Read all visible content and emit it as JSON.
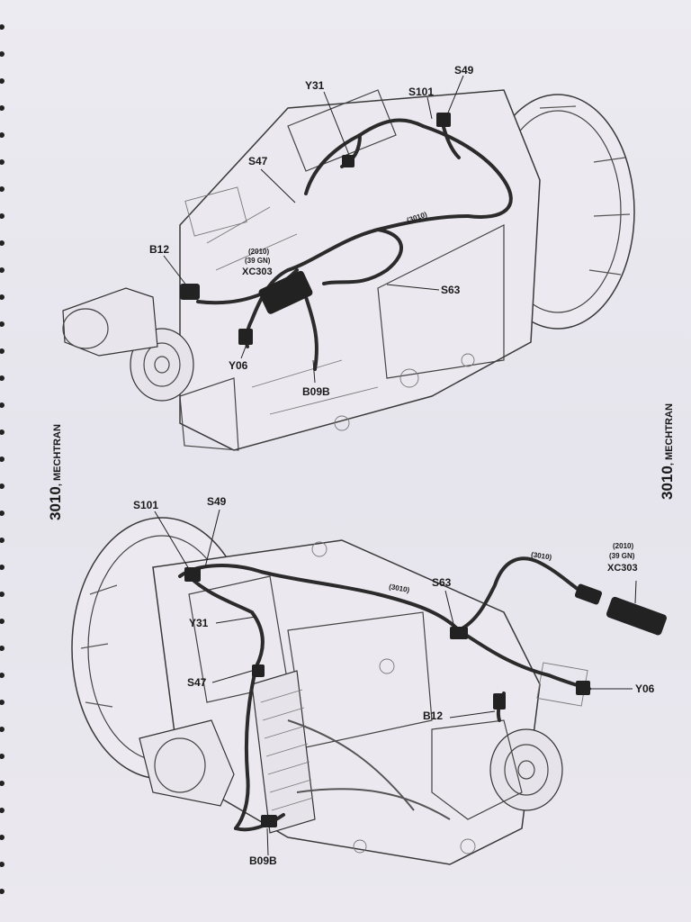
{
  "model_label": {
    "number": "3010",
    "name": "MECHTRAN"
  },
  "top_view": {
    "labels": {
      "y31": "Y31",
      "s101": "S101",
      "s49": "S49",
      "s47": "S47",
      "b12": "B12",
      "code2010": "(2010)",
      "gn39": "(39 GN)",
      "xc303": "XC303",
      "s63": "S63",
      "y06": "Y06",
      "b09b": "B09B",
      "harness": "(3010)"
    }
  },
  "bottom_view": {
    "labels": {
      "s101": "S101",
      "s49": "S49",
      "y31": "Y31",
      "s47": "S47",
      "harness_a": "(3010)",
      "harness_b": "(3010)",
      "code2010": "(2010)",
      "gn39": "(39 GN)",
      "xc303": "XC303",
      "s63": "S63",
      "y06": "Y06",
      "b12": "B12",
      "b09b": "B09B"
    }
  },
  "colors": {
    "paper": "#e9e6ee",
    "line": "#3a3a3a",
    "harness": "#2b2b2b",
    "text": "#1a1a1a"
  }
}
